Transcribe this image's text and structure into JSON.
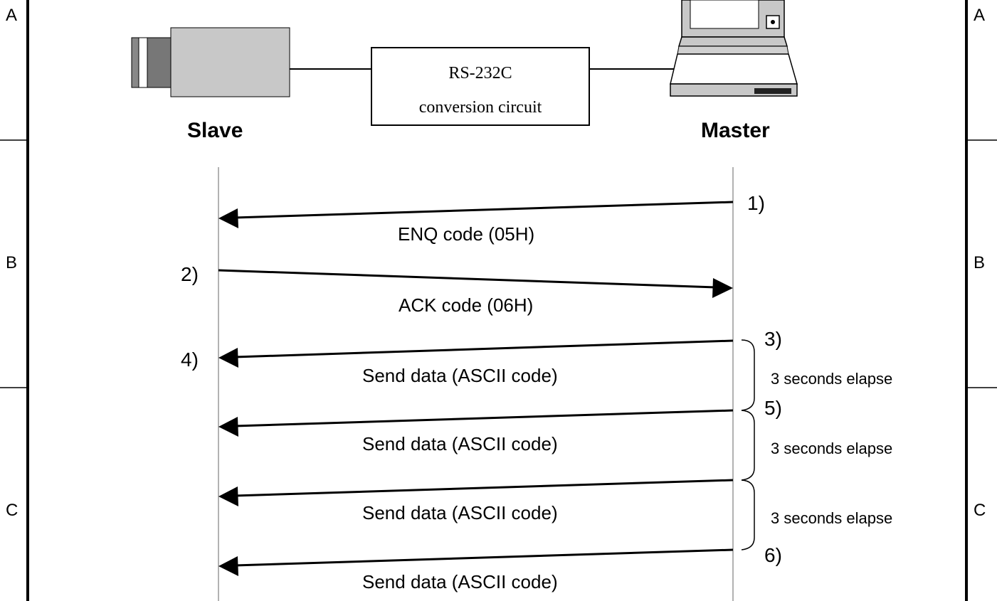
{
  "row_labels": [
    "A",
    "B",
    "C"
  ],
  "box": {
    "line1": "RS-232C",
    "line2": "conversion circuit"
  },
  "slave_label": "Slave",
  "master_label": "Master",
  "messages": [
    "ENQ code (05H)",
    "ACK code (06H)",
    "Send data (ASCII code)",
    "Send data (ASCII code)",
    "Send data (ASCII code)",
    "Send data (ASCII code)"
  ],
  "steps": [
    "1)",
    "2)",
    "3)",
    "4)",
    "5)",
    "6)"
  ],
  "elapse_text": [
    "3 seconds elapse",
    "3 seconds elapse",
    "3 seconds elapse"
  ]
}
